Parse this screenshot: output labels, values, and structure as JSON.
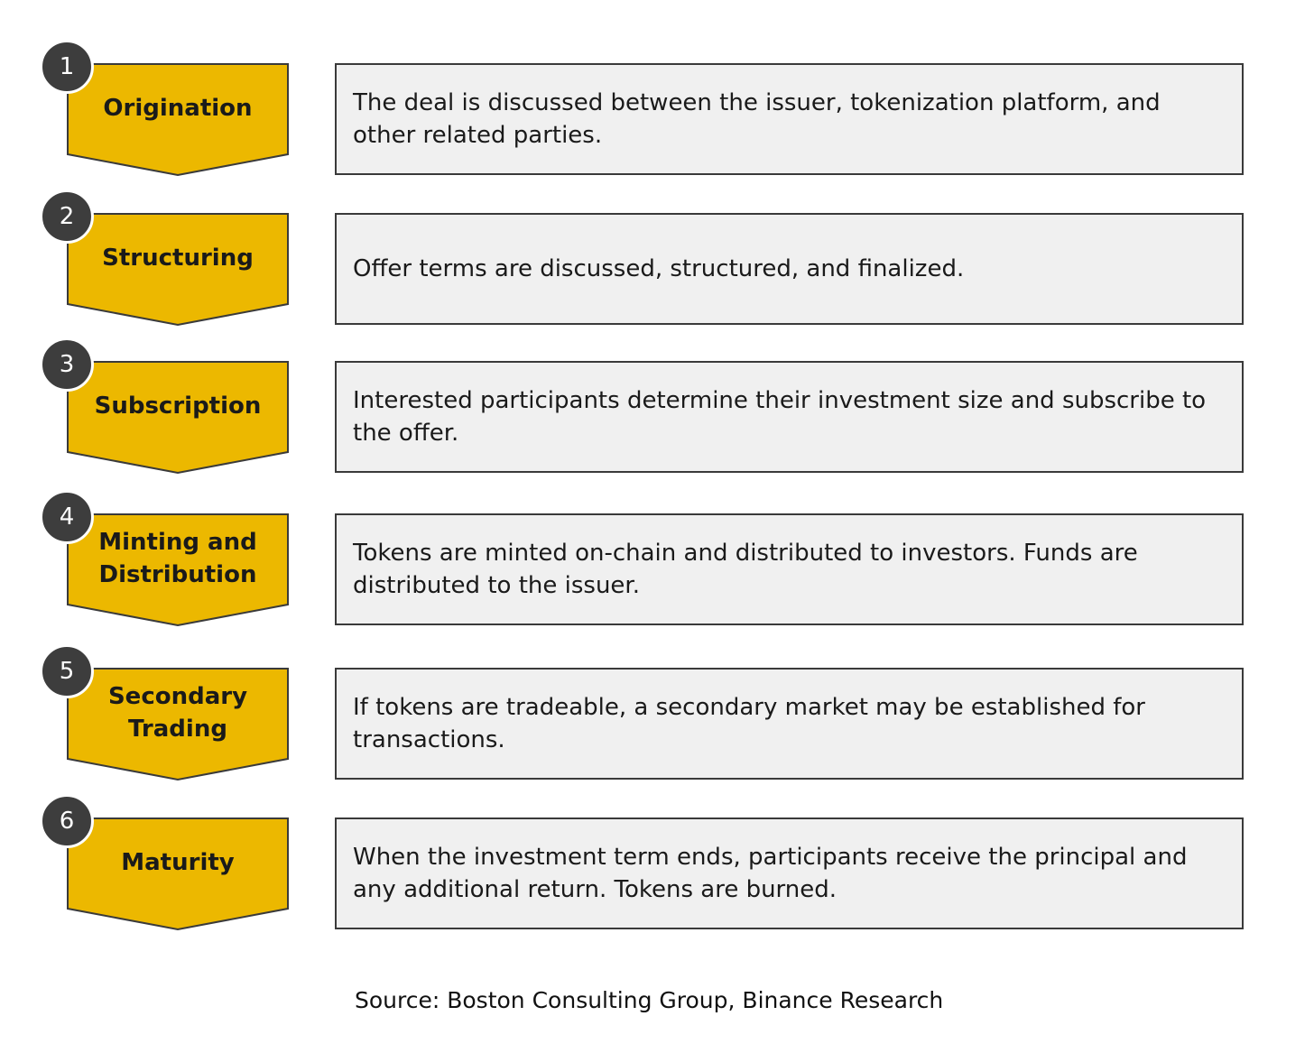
{
  "colors": {
    "chevron_fill": "#ecb800",
    "chevron_stroke": "#3a3a3a",
    "badge_fill": "#3d3d3d",
    "box_fill": "#f0f0f0",
    "box_stroke": "#3a3a3a"
  },
  "steps": [
    {
      "number": "1",
      "stage": "Origination",
      "description": "The deal is discussed between the issuer, tokenization platform, and other related parties."
    },
    {
      "number": "2",
      "stage": "Structuring",
      "description": "Offer terms are discussed, structured, and finalized."
    },
    {
      "number": "3",
      "stage": "Subscription",
      "description": "Interested participants determine their investment size and subscribe to the offer."
    },
    {
      "number": "4",
      "stage": "Minting and\nDistribution",
      "description": "Tokens are minted on-chain and distributed to investors. Funds are distributed to the issuer."
    },
    {
      "number": "5",
      "stage": "Secondary\nTrading",
      "description": "If tokens are tradeable, a secondary market may be established for transactions."
    },
    {
      "number": "6",
      "stage": "Maturity",
      "description": "When the investment term ends, participants receive the principal and any additional return. Tokens are burned."
    }
  ],
  "source": "Source: Boston Consulting Group, Binance Research"
}
